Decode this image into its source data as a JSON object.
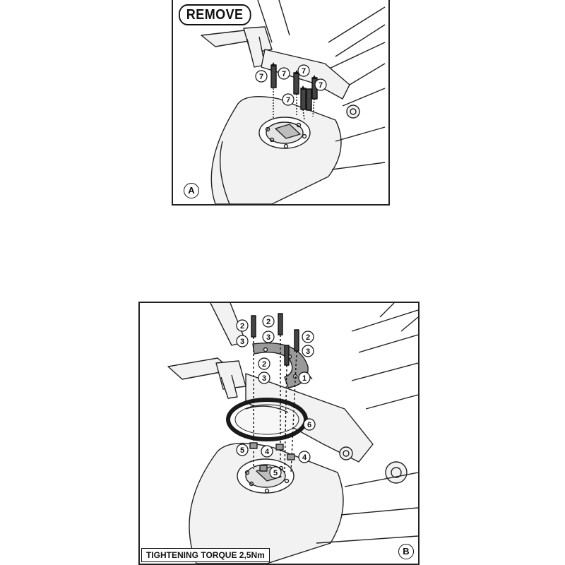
{
  "panel_a": {
    "title": "REMOVE",
    "label": "A",
    "callouts": [
      "7",
      "7",
      "7",
      "7",
      "7"
    ]
  },
  "panel_b": {
    "label": "B",
    "torque_note": "TIGHTENING TORQUE 2,5Nm",
    "callouts": [
      "2",
      "3",
      "2",
      "3",
      "2",
      "3",
      "2",
      "3",
      "1",
      "6",
      "5",
      "4",
      "4",
      "5"
    ]
  },
  "colors": {
    "line": "#222222",
    "bike_fill": "#f2f2f2",
    "plate_fill": "#9a9a9a",
    "ring_fill": "#1a1a1a"
  }
}
